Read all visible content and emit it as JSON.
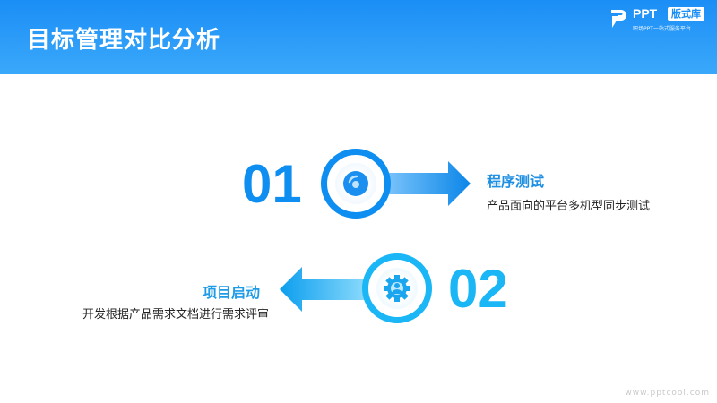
{
  "header": {
    "title": "目标管理对比分析"
  },
  "logo": {
    "brand": "PPT",
    "badge": "版式库",
    "tagline": "职场PPT一站式服务平台"
  },
  "items": [
    {
      "number": "01",
      "title": "程序测试",
      "subtitle": "产品面向的平台多机型同步测试",
      "icon": "camera-lens-icon",
      "color": "#0d8ef0"
    },
    {
      "number": "02",
      "title": "项目启动",
      "subtitle": "开发根据产品需求文档进行需求评审",
      "icon": "gear-user-icon",
      "color": "#1ab6f6"
    }
  ],
  "watermark": "www.pptcool.com"
}
